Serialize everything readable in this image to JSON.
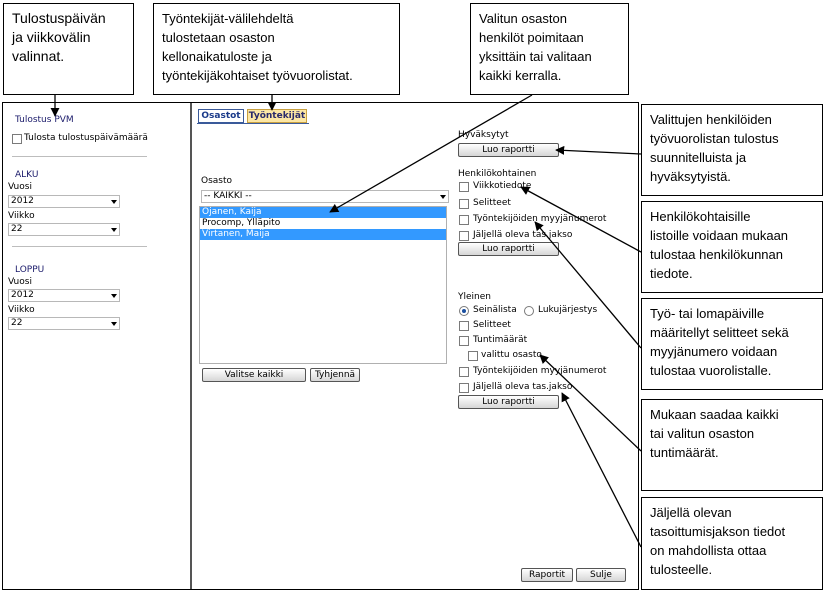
{
  "callouts": {
    "c1": "Tulostuspäivän\nja viikkovälin\nvalinnat.",
    "c2": "Työntekijät-välilehdeltä\ntulostetaan osaston\nkellonaikatuloste ja\ntyöntekijäkohtaiset työvuorolistat.",
    "c3": "Valitun osaston\nhenkilöt poimitaan\nyksittäin tai valitaan\nkaikki kerralla.",
    "c4": "Valittujen henkilöiden\ntyövuorolistan tulostus\nsuunnitelluista ja\nhyväksytyistä.",
    "c5": "Henkilökohtaisille\nlistoille voidaan mukaan\ntulostaa henkilökunnan\ntiedote.",
    "c6": "Työ- tai lomapäiville\nmääritellyt selitteet sekä\nmyyjänumero voidaan\ntulostaa vuorolistalle.",
    "c7": "Mukaan saadaa kaikki\ntai valitun osaston\ntuntimäärät.",
    "c8": "Jäljellä olevan\ntasoittumisjakson tiedot\non mahdollista ottaa\ntulosteelle."
  },
  "left": {
    "tulostus_pvm": "Tulostus PVM",
    "tulosta_pvm_label": "Tulosta tulostuspäivämäärä",
    "alku": "ALKU",
    "loppu": "LOPPU",
    "vuosi": "Vuosi",
    "viikko": "Viikko",
    "alku_vuosi": "2012",
    "alku_viikko": "22",
    "loppu_vuosi": "2012",
    "loppu_viikko": "22"
  },
  "tabs": {
    "osastot": "Osastot",
    "tyontekijat": "Työntekijät"
  },
  "middle": {
    "osasto_label": "Osasto",
    "osasto_value": "-- KAIKKI --",
    "people": [
      "Ojanen, Kaija",
      "Procomp, Ylläpito",
      "Virtanen, Maija"
    ],
    "valitse_kaikki": "Valitse kaikki",
    "tyhjenna": "Tyhjennä"
  },
  "right": {
    "hyvaksytyt": "Hyväksytyt",
    "luo_raportti": "Luo raportti",
    "henkilokohtainen": "Henkilökohtainen",
    "viikkotiedote": "Viikkotiedote",
    "selitteet": "Selitteet",
    "myyjanumerot": "Työntekijöiden myyjänumerot",
    "jaljella": "Jäljellä oleva tas.jakso",
    "yleinen": "Yleinen",
    "seinalista": "Seinälista",
    "lukujarjestys": "Lukujärjestys",
    "tuntimaarat": "Tuntimäärät",
    "valittu_osasto": "valittu osasto"
  },
  "footer": {
    "raportit": "Raportit",
    "sulje": "Sulje"
  }
}
